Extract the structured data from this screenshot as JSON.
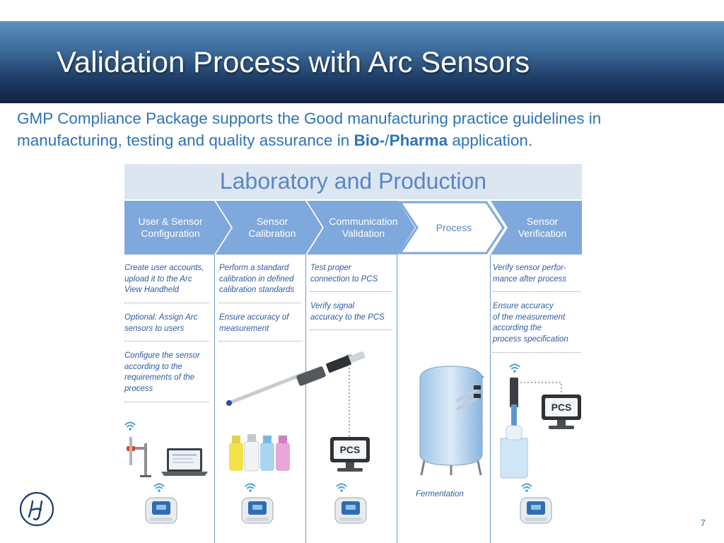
{
  "slide": {
    "title": "Validation Process with Arc Sensors",
    "intro": {
      "text_before": "GMP Compliance Package supports the Good manufacturing practice guidelines in manufacturing, testing and quality assurance in ",
      "bold1": "Bio-",
      "slash": "/",
      "bold2": "Pharma",
      "text_after": " application."
    },
    "page_number": "7"
  },
  "panel": {
    "title": "Laboratory and Production",
    "steps": [
      {
        "label": "User & Sensor\nConfiguration"
      },
      {
        "label": "Sensor\nCalibration"
      },
      {
        "label": "Communication\nValidation"
      },
      {
        "label": "Process"
      },
      {
        "label": "Sensor\nVerification"
      }
    ],
    "notes": {
      "col1": [
        "Create user accounts,\nupload it to the Arc\nView Handheld",
        "Optional: Assign Arc\nsensors to users",
        "Configure the sensor\naccording to the\nrequirements of the\nprocess"
      ],
      "col2": [
        "Perform a standard\ncalibration in defined\ncalibration standards",
        "Ensure accuracy of\nmeasurement"
      ],
      "col3": [
        "Test proper\nconnection to PCS",
        "Verify signal\naccuracy to the PCS"
      ],
      "col5": [
        "Verify sensor perfor-\nmance after process",
        "Ensure accuracy\nof the measurement\naccording the\nprocess specification"
      ]
    },
    "pcs_label_1": "PCS",
    "pcs_label_2": "PCS",
    "fermentation_label": "Fermentation"
  },
  "colors": {
    "title_text": "#ffffff",
    "intro_text": "#2d73b5",
    "step_fill": "#7fa8dc",
    "process_fill": "#ffffff",
    "note_text": "#2e5c9e",
    "panel_header_bg": "#dce6f1"
  }
}
